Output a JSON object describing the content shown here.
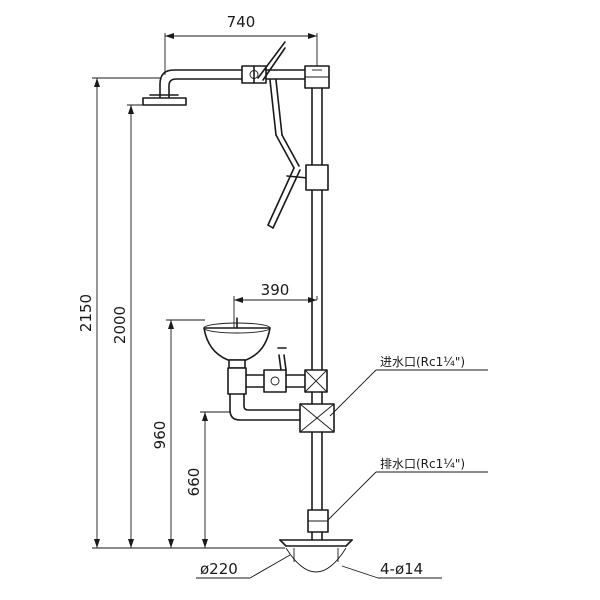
{
  "dimensions": {
    "width_740": "740",
    "width_390": "390",
    "height_2150": "2150",
    "height_2000": "2000",
    "height_960": "960",
    "height_660": "660",
    "base_diameter": "ø220",
    "bolt_holes": "4-ø14"
  },
  "labels": {
    "inlet": "进水口(Rc1¼\")",
    "drain": "排水口(Rc1¼\")"
  }
}
